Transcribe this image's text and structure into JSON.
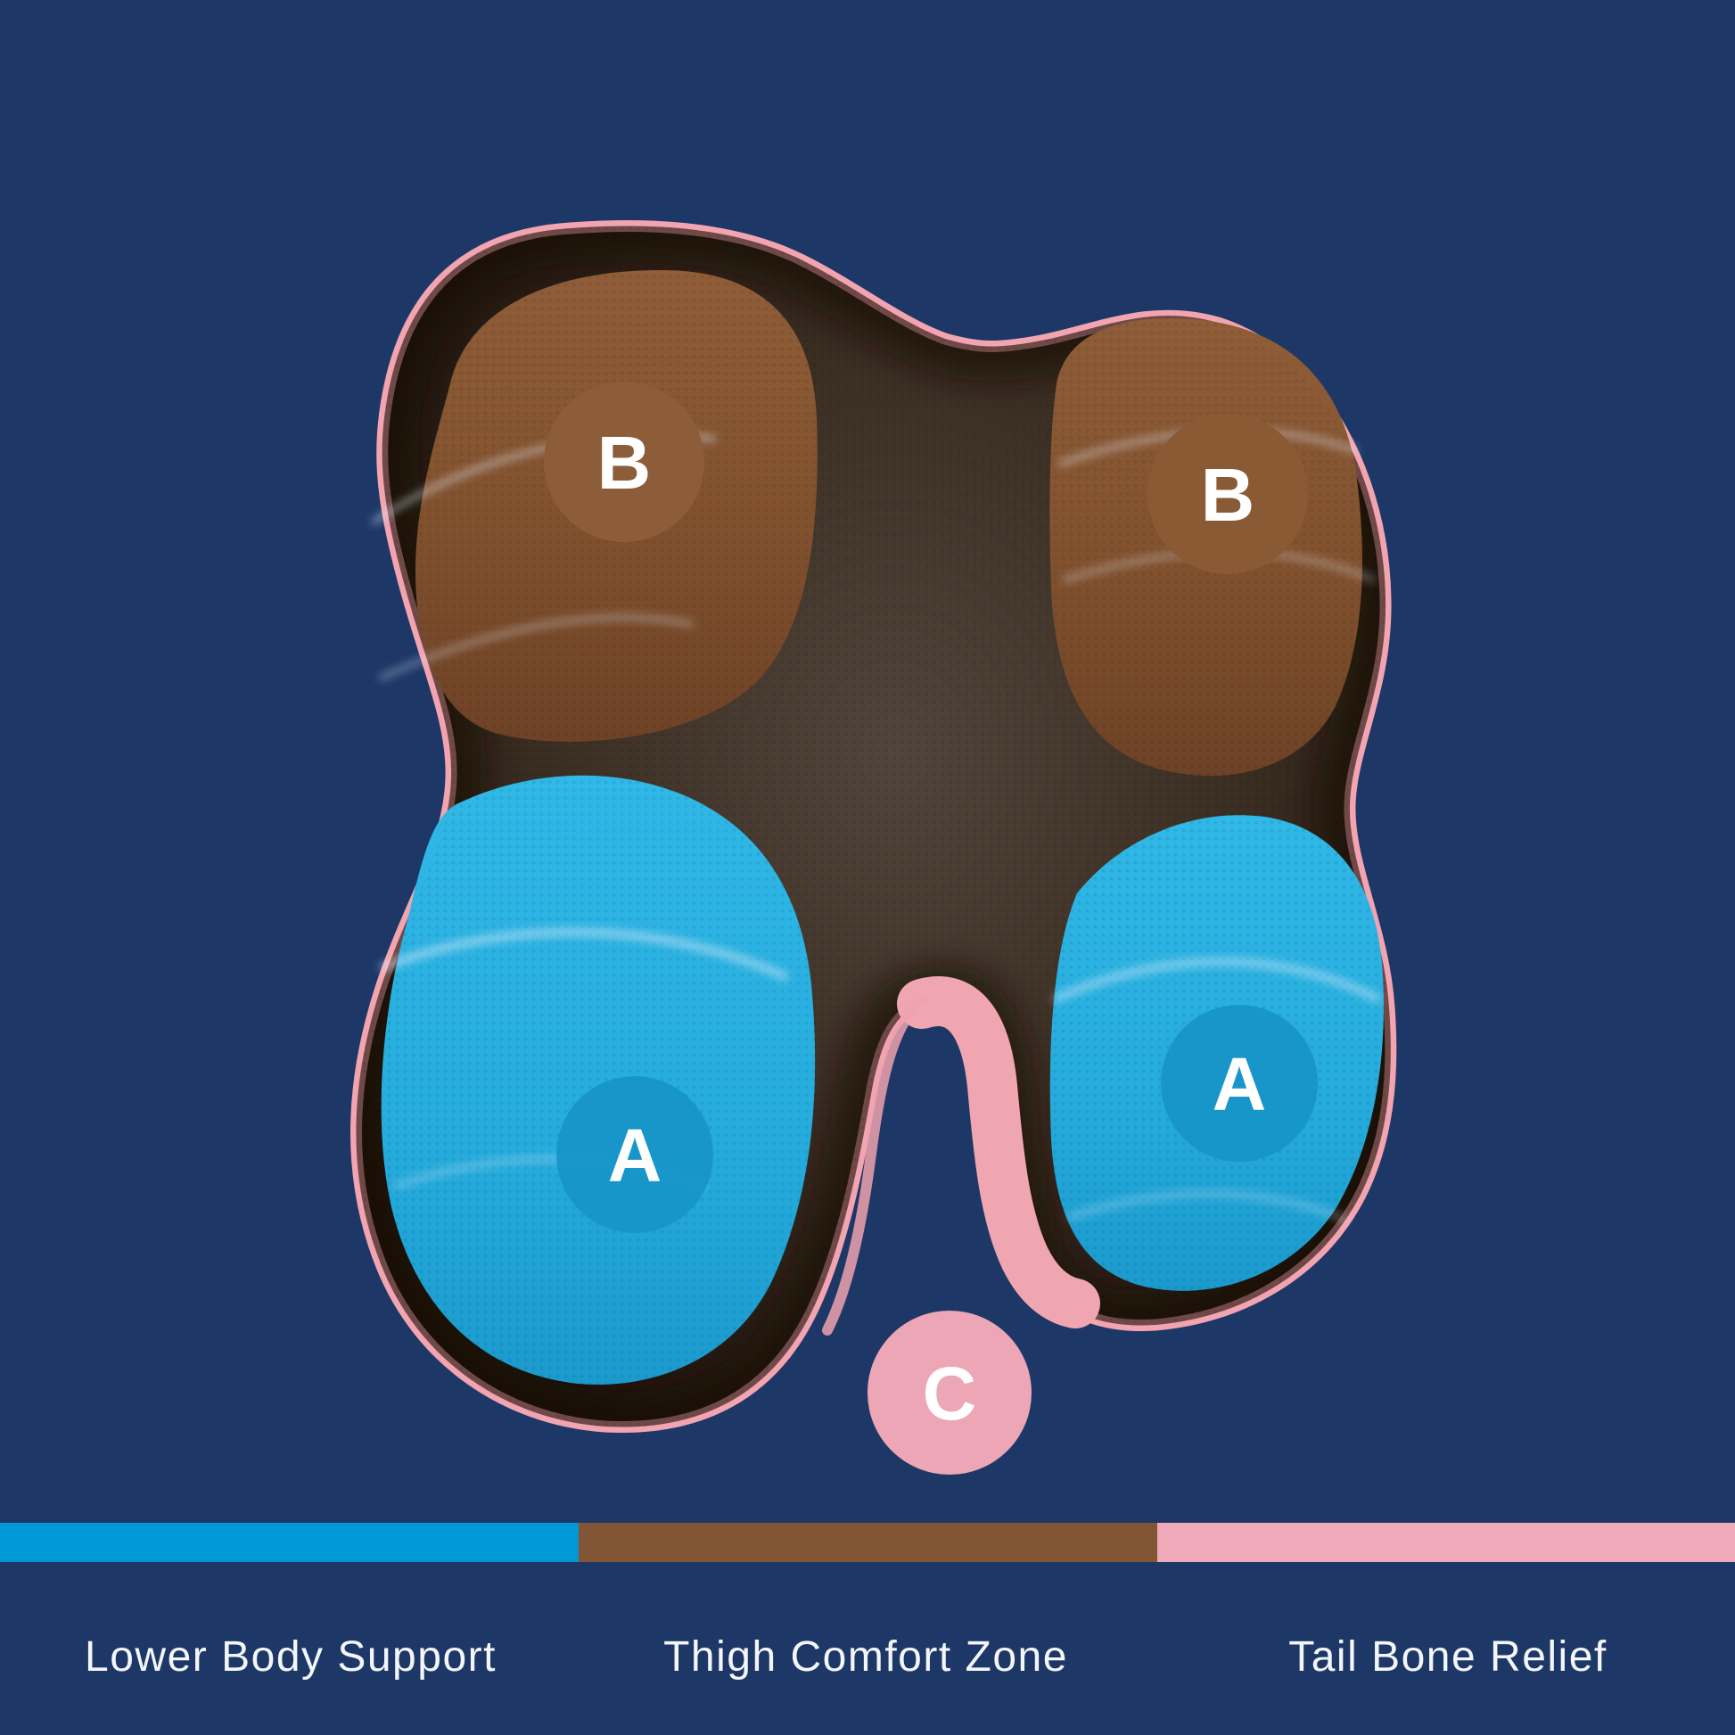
{
  "colors": {
    "background": "#1d3866",
    "cushion_rim_pink": "#f2a4b0",
    "notch_channel_pink": "#f0a6b1",
    "zone_blue": "#22a9da",
    "zone_brown": "#82522f",
    "zone_dark_center": "#362a20"
  },
  "badges": {
    "b_left": {
      "letter": "B",
      "color": "#8d5c38"
    },
    "b_right": {
      "letter": "B",
      "color": "#8a5a35"
    },
    "a_left": {
      "letter": "A",
      "color": "#1795c8"
    },
    "a_right": {
      "letter": "A",
      "color": "#1795c8"
    },
    "c": {
      "letter": "C",
      "color": "#eda6b5"
    }
  },
  "legend": {
    "items": [
      {
        "label": "Lower Body Support",
        "color": "#0099d8"
      },
      {
        "label": "Thigh Comfort Zone",
        "color": "#825634"
      },
      {
        "label": "Tail Bone Relief",
        "color": "#f0a9b8"
      }
    ]
  }
}
